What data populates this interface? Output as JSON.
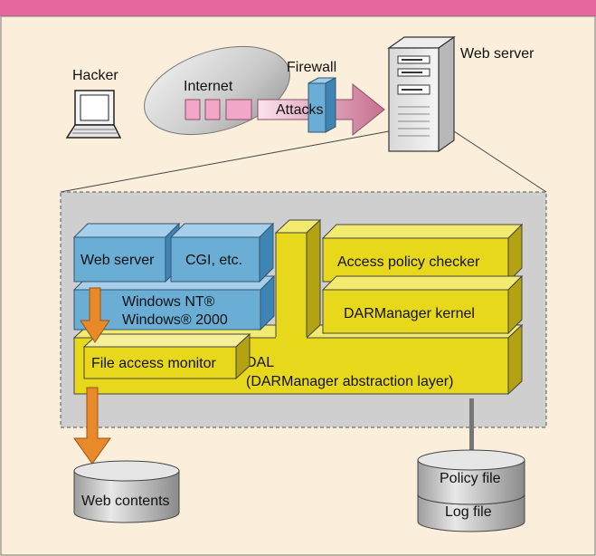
{
  "labels": {
    "hacker": "Hacker",
    "internet": "Internet",
    "firewall": "Firewall",
    "attacks": "Attacks",
    "web_server_top": "Web server",
    "web_server_box": "Web server",
    "cgi": "CGI, etc.",
    "windows_nt": "Windows NT®",
    "windows_2000": "Windows® 2000",
    "access_policy_checker": "Access policy checker",
    "darmanager_kernel": "DARManager kernel",
    "file_access_monitor": "File access monitor",
    "dal": "DAL",
    "dal_full": "(DARManager abstraction layer)",
    "web_contents": "Web contents",
    "policy_file": "Policy file",
    "log_file": "Log file"
  },
  "colors": {
    "background": "#fbeedb",
    "top_bar": "#e6679b",
    "blue": "#6aaed6",
    "yellow": "#e8d81c",
    "orange": "#e8892a",
    "pink": "#f2a6c8",
    "gray": "#c8c8c8"
  }
}
